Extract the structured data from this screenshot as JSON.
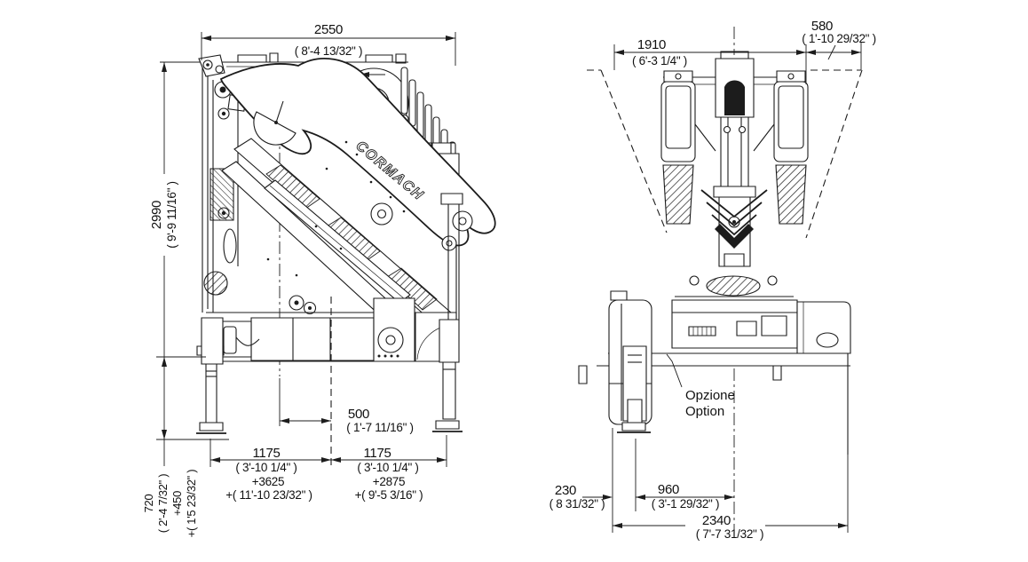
{
  "brand": "CORMACH",
  "colors": {
    "line": "#1c1c1c",
    "background": "#ffffff",
    "text": "#111111"
  },
  "side": {
    "w2550": {
      "mm": "2550",
      "ft": "( 8'-4 13/32\" )"
    },
    "h2990": {
      "mm": "2990",
      "ft": "( 9'-9 11/16\" )"
    },
    "d500": {
      "mm": "500",
      "ft": "( 1'-7 11/16\" )"
    },
    "s1175L": {
      "mm": "1175",
      "ft": "( 3'-10 1/4\" )",
      "ext": "+3625",
      "extft": "+( 11'-10 23/32\" )"
    },
    "s1175R": {
      "mm": "1175",
      "ft": "( 3'-10 1/4\" )",
      "ext": "+2875",
      "extft": "+( 9'-5 3/16\" )"
    },
    "g720": {
      "mm": "720",
      "ft": "( 2'-4 7/32\" )",
      "ext": "+450",
      "extft": "+( 1'5 23/32\" )"
    }
  },
  "rear": {
    "w1910": {
      "mm": "1910",
      "ft": "( 6'-3 1/4\" )"
    },
    "o580": {
      "mm": "580",
      "ft": "( 1'-10 29/32\" )"
    },
    "f230": {
      "mm": "230",
      "ft": "( 8 31/32\" )"
    },
    "l960": {
      "mm": "960",
      "ft": "( 3'-1 29/32\" )"
    },
    "t2340": {
      "mm": "2340",
      "ft": "( 7'-7 31/32\" )"
    },
    "option_it": "Opzione",
    "option_en": "Option"
  }
}
